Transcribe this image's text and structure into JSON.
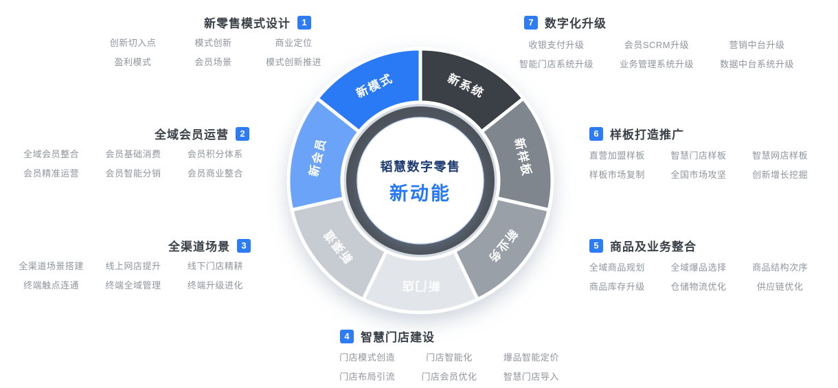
{
  "center": {
    "brand": "韬慧数字零售",
    "headline": "新动能"
  },
  "wheel": {
    "segments": [
      {
        "label": "新系统",
        "color": "#3b4046"
      },
      {
        "label": "新样板",
        "color": "#7f868e"
      },
      {
        "label": "新业务",
        "color": "#99a0a8"
      },
      {
        "label": "新门店",
        "color": "#e2e5e9"
      },
      {
        "label": "新渠道",
        "color": "#c7ccd2"
      },
      {
        "label": "新会员",
        "color": "#6aa3f8"
      },
      {
        "label": "新模式",
        "color": "#2b7af5"
      }
    ]
  },
  "sections": [
    {
      "number": "1",
      "title": "新零售模式设计",
      "items": [
        "创新切入点",
        "模式创新",
        "商业定位",
        "盈利模式",
        "会员场景",
        "模式创新推进"
      ]
    },
    {
      "number": "2",
      "title": "全域会员运营",
      "items": [
        "全域会员整合",
        "会员基础消费",
        "会员积分体系",
        "会员精准运营",
        "会员智能分销",
        "会员商业整合"
      ]
    },
    {
      "number": "3",
      "title": "全渠道场景",
      "items": [
        "全渠道场景搭建",
        "线上网店提升",
        "线下门店精耕",
        "终端触点连通",
        "终端全域管理",
        "终端升级进化"
      ]
    },
    {
      "number": "4",
      "title": "智慧门店建设",
      "items": [
        "门店模式创造",
        "门店智能化",
        "爆品智能定价",
        "门店布局引流",
        "门店会员优化",
        "智慧门店导入"
      ]
    },
    {
      "number": "5",
      "title": "商品及业务整合",
      "items": [
        "全域商品规划",
        "全域爆品选择",
        "商品结构次序",
        "商品库存升级",
        "仓储物流优化",
        "供应链优化"
      ]
    },
    {
      "number": "6",
      "title": "样板打造推广",
      "items": [
        "直营加盟样板",
        "智慧门店样板",
        "智慧网店样板",
        "样板市场复制",
        "全国市场攻坚",
        "创新增长挖掘"
      ]
    },
    {
      "number": "7",
      "title": "数字化升级",
      "items": [
        "收银支付升级",
        "会员SCRM升级",
        "营销中台升级",
        "智能门店系统升级",
        "业务管理系统升级",
        "数据中台系统升级"
      ]
    }
  ],
  "colors": {
    "accent": "#2e7cf5",
    "headline": "#2577f3",
    "brand_text": "#1b3a6f",
    "ring": "#4d535b"
  }
}
